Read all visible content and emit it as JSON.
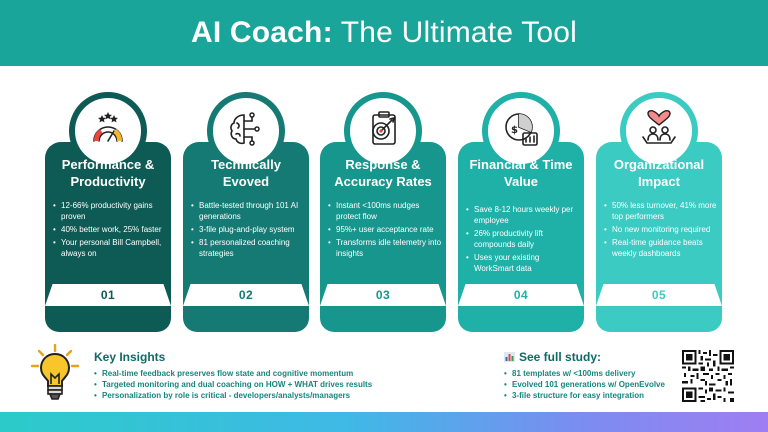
{
  "header": {
    "title_bold": "AI Coach:",
    "title_rest": "The Ultimate Tool"
  },
  "colors": {
    "header": "#1aa59a",
    "card1": "#0e5a54",
    "card2": "#147a73",
    "card3": "#16968d",
    "card4": "#1fb1a7",
    "card5": "#3bcbc3",
    "text_accent": "#0e6b66"
  },
  "cards": [
    {
      "icon": "gauge-stars-icon",
      "title": "Performance & Productivity",
      "bullets": [
        "12-66% productivity gains proven",
        "40% better work, 25% faster",
        "Your personal Bill Campbell, always on"
      ],
      "number": "01"
    },
    {
      "icon": "brain-circuit-icon",
      "title": "Technically Evoved",
      "bullets": [
        "Battle-tested through 101 AI generations",
        "3-file plug-and-play system",
        "81 personalized coaching strategies"
      ],
      "number": "02"
    },
    {
      "icon": "target-clipboard-icon",
      "title": "Response & Accuracy Rates",
      "bullets": [
        "Instant <100ms nudges protect flow",
        "95%+ user acceptance rate",
        "Transforms idle telemetry into insights"
      ],
      "number": "03"
    },
    {
      "icon": "finance-chart-icon",
      "title": "Financial & Time Value",
      "bullets": [
        "Save 8-12 hours weekly per employee",
        "26% productivity lift compounds daily",
        "Uses your existing WorkSmart data"
      ],
      "number": "04"
    },
    {
      "icon": "hands-heart-icon",
      "title": "Organizational Impact",
      "bullets": [
        "50% less turnover, 41% more top performers",
        "No new monitoring required",
        "Real-time guidance beats weekly dashboards"
      ],
      "number": "05"
    }
  ],
  "insights": {
    "title": "Key Insights",
    "items": [
      "Real-time feedback preserves flow state and cognitive momentum",
      "Targeted monitoring and dual coaching on HOW + WHAT drives results",
      "Personalization by role is critical - developers/analysts/managers"
    ]
  },
  "study": {
    "title": "See full study:",
    "items": [
      "81 templates w/ <100ms delivery",
      "Evolved 101 generations w/ OpenEvolve",
      "3-file structure for easy integration"
    ]
  }
}
